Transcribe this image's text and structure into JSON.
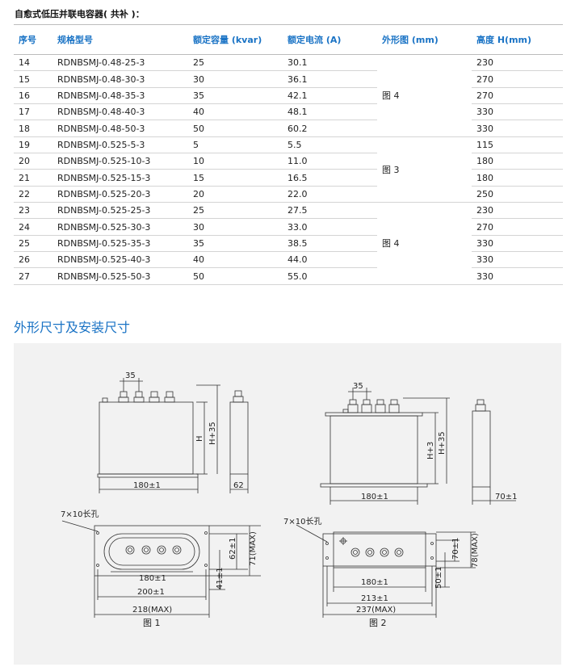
{
  "header": {
    "title": "自愈式低压并联电容器( 共补 )："
  },
  "table": {
    "columns": [
      "序号",
      "规格型号",
      "额定容量 (kvar)",
      "额定电流 (A)",
      "外形图 (mm)",
      "高度 H(mm)"
    ],
    "rows": [
      {
        "no": "14",
        "model": "RDNBSMJ-0.48-25-3",
        "kvar": "25",
        "current": "30.1",
        "height": "230"
      },
      {
        "no": "15",
        "model": "RDNBSMJ-0.48-30-3",
        "kvar": "30",
        "current": "36.1",
        "height": "270"
      },
      {
        "no": "16",
        "model": "RDNBSMJ-0.48-35-3",
        "kvar": "35",
        "current": "42.1",
        "height": "270"
      },
      {
        "no": "17",
        "model": "RDNBSMJ-0.48-40-3",
        "kvar": "40",
        "current": "48.1",
        "height": "330"
      },
      {
        "no": "18",
        "model": "RDNBSMJ-0.48-50-3",
        "kvar": "50",
        "current": "60.2",
        "height": "330"
      },
      {
        "no": "19",
        "model": "RDNBSMJ-0.525-5-3",
        "kvar": "5",
        "current": "5.5",
        "height": "115"
      },
      {
        "no": "20",
        "model": "RDNBSMJ-0.525-10-3",
        "kvar": "10",
        "current": "11.0",
        "height": "180"
      },
      {
        "no": "21",
        "model": "RDNBSMJ-0.525-15-3",
        "kvar": "15",
        "current": "16.5",
        "height": "180"
      },
      {
        "no": "22",
        "model": "RDNBSMJ-0.525-20-3",
        "kvar": "20",
        "current": "22.0",
        "height": "250"
      },
      {
        "no": "23",
        "model": "RDNBSMJ-0.525-25-3",
        "kvar": "25",
        "current": "27.5",
        "height": "230"
      },
      {
        "no": "24",
        "model": "RDNBSMJ-0.525-30-3",
        "kvar": "30",
        "current": "33.0",
        "height": "270"
      },
      {
        "no": "25",
        "model": "RDNBSMJ-0.525-35-3",
        "kvar": "35",
        "current": "38.5",
        "height": "330"
      },
      {
        "no": "26",
        "model": "RDNBSMJ-0.525-40-3",
        "kvar": "40",
        "current": "44.0",
        "height": "330"
      },
      {
        "no": "27",
        "model": "RDNBSMJ-0.525-50-3",
        "kvar": "50",
        "current": "55.0",
        "height": "330"
      }
    ],
    "figure_groups": [
      {
        "label": "图 4",
        "span": 5
      },
      {
        "label": "图 3",
        "span": 4
      },
      {
        "label": "图 4",
        "span": 5
      }
    ]
  },
  "section_title": "外形尺寸及安装尺寸",
  "drawings": {
    "fig1": {
      "caption": "图 1",
      "terminal_pitch": "35",
      "height_h": "H",
      "height_h35": "H+35",
      "body_width": "180±1",
      "side_depth": "62",
      "slot": "7×10长孔",
      "bottom_180": "180±1",
      "bottom_200": "200±1",
      "bottom_218": "218(MAX)",
      "v_62": "62±1",
      "v_71": "71(MAX)",
      "v_41": "41±1"
    },
    "fig2": {
      "caption": "图 2",
      "terminal_pitch": "35",
      "height_h3": "H+3",
      "height_h35": "H+35",
      "body_width": "180±1",
      "side_depth": "70±1",
      "slot": "7×10长孔",
      "bottom_180": "180±1",
      "bottom_213": "213±1",
      "bottom_237": "237(MAX)",
      "v_70": "70±1",
      "v_78": "78(MAX)",
      "v_50": "50±1"
    }
  },
  "colors": {
    "accent": "#1a73c5",
    "panel": "#f2f2f2",
    "line": "#333333"
  }
}
